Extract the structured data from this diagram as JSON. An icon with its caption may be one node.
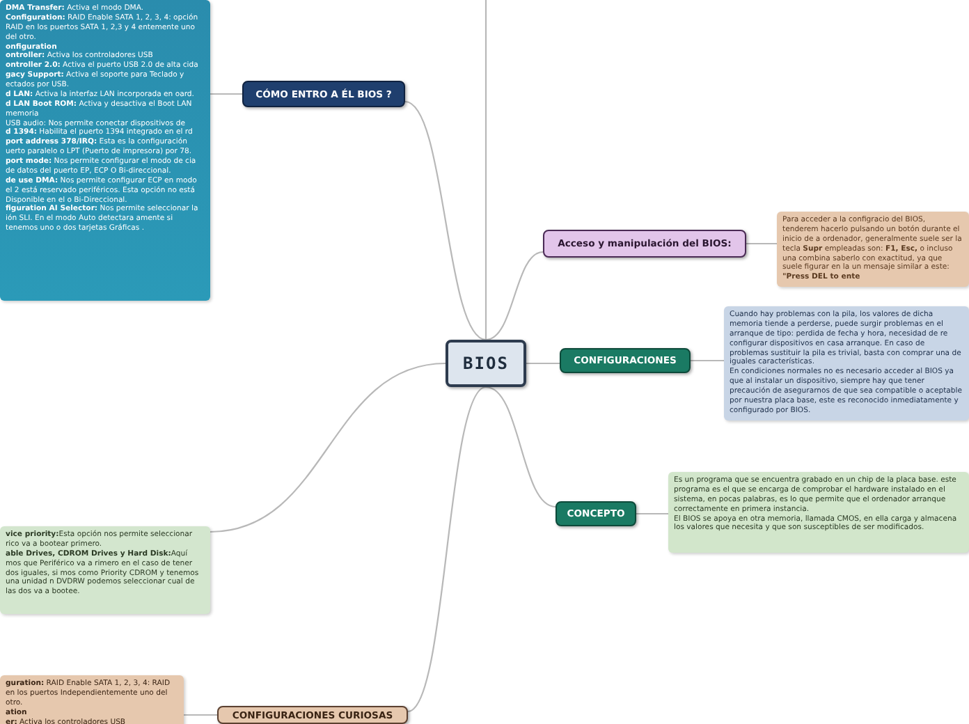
{
  "diagram": {
    "nodes": [
      {
        "text": [
          "BIOS"
        ]
      },
      {
        "text": [
          "CÓMO ENTRO A ÉL BIOS ?"
        ]
      },
      {
        "text": [
          "**DMA Transfer:** Activa el modo DMA.",
          "**Configuration:** RAID Enable SATA 1, 2, 3, 4: opción RAID en los puertos SATA 1, 2,3 y 4 entemente uno del otro.",
          "**onfiguration**",
          "**ontroller:** Activa los controladores USB",
          "**ontroller 2.0:** Activa el puerto USB 2.0 de alta cida",
          "**gacy Support:** Activa el soporte para Teclado y ectados por USB.",
          "**d LAN:** Activa la interfaz LAN incorporada en oard.",
          "**d LAN Boot ROM:** Activa y desactiva el Boot LAN memoria",
          "USB audio: Nos permite conectar dispositivos de",
          "**d 1394:** Habilita el puerto 1394 integrado en el rd",
          "**port address 378/IRQ:** Esta es la configuración uerto paralelo o LPT (Puerto de impresora) por 78.",
          "**port mode:** Nos permite configurar el modo de cia de datos del puerto EP, ECP O Bi-direccional.",
          "**de use DMA:** Nos permite configurar ECP en modo el 2 está reservado periféricos. Esta opción no está Disponible en el o Bi-Direccional.",
          "**figuration AI Selector:** Nos permite seleccionar la ión SLI. En el modo Auto detectara amente si tenemos uno o dos tarjetas Gráficas ."
        ]
      },
      {
        "text": [
          "Acceso y manipulación del BIOS:"
        ]
      },
      {
        "text": [
          "Para acceder a la configracio del BIOS, tenderem hacerlo pulsando un botón durante el inicio de a ordenador, generalmente suele ser la tecla **Supr** empleadas son: **F1, Esc,** o incluso una combina saberlo con exactitud, ya que suele figurar en la un mensaje similar a este: **\"Press DEL to ente**"
        ]
      },
      {
        "text": [
          "CONFIGURACIONES"
        ]
      },
      {
        "text": [
          "Cuando hay problemas con la pila, los valores de dicha memoria tiende a perderse, puede surgir problemas en el arranque de tipo: perdida de fecha y hora, necesidad de re configurar dispositivos en casa arranque. En caso de problemas sustituir la pila es trivial, basta con comprar una de iguales características.",
          "En condiciones normales no es necesario acceder al BIOS ya que al instalar un dispositivo, siempre hay que tener precaución de asegurarnos de que sea compatible o aceptable por nuestra placa base, este es reconocido inmediatamente y configurado por BIOS."
        ]
      },
      {
        "text": [
          "CONCEPTO"
        ]
      },
      {
        "text": [
          "Es un programa que se encuentra grabado en un chip de la placa base. este programa es el que se encarga de comprobar el hardware instalado en el sistema, en pocas palabras, es lo que permite que el ordenador arranque correctamente en primera instancia.",
          "El BIOS se apoya en otra memoria, llamada CMOS, en ella carga y almacena los valores que necesita y que son susceptibles de ser modificados."
        ]
      },
      {
        "text": [
          "**vice priority:**Esta opción nos permite seleccionar rico va a bootear primero.",
          "**able Drives, CDROM Drives y Hard Disk:**Aquí mos que Periférico va a rimero en el caso de tener dos iguales, si mos como Priority CDROM y tenemos una unidad n DVDRW podemos seleccionar cual de las dos va a bootee."
        ]
      },
      {
        "text": [
          "CONFIGURACIONES CURIOSAS"
        ]
      },
      {
        "text": [
          "**guration:** RAID Enable SATA 1, 2, 3, 4: RAID en los puertos Independientemente uno del otro.",
          "**ation**",
          "**er:** Activa los controladores USB"
        ]
      }
    ],
    "edges": [
      {
        "from": 0,
        "to": 1,
        "arrow": "none"
      },
      {
        "from": 0,
        "to": 3,
        "arrow": "none"
      },
      {
        "from": 0,
        "to": 5,
        "arrow": "none"
      },
      {
        "from": 0,
        "to": 7,
        "arrow": "none"
      },
      {
        "from": 0,
        "to": 10,
        "arrow": "none"
      },
      {
        "from": 0,
        "to": 9,
        "arrow": "none"
      },
      {
        "from": 0,
        "to": null,
        "arrow": "none"
      },
      {
        "from": 1,
        "to": 2,
        "arrow": "none"
      },
      {
        "from": 3,
        "to": 4,
        "arrow": "none"
      },
      {
        "from": 5,
        "to": 6,
        "arrow": "none"
      },
      {
        "from": 7,
        "to": 8,
        "arrow": "none"
      },
      {
        "from": 10,
        "to": 11,
        "arrow": "none"
      }
    ]
  }
}
